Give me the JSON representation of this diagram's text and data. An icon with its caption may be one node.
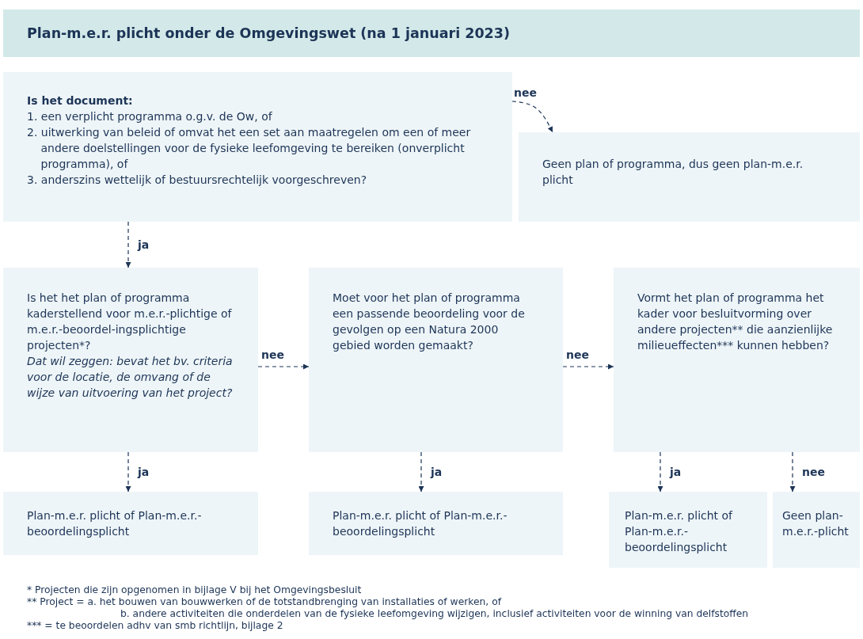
{
  "diagram": {
    "title": "Plan-m.e.r. plicht onder de Omgevingswet (na 1 januari 2023)",
    "nodes": [
      {
        "text": [
          "Is het document:",
          "1. een verplicht programma o.g.v. de Ow, of",
          "2. uitwerking van beleid of omvat het een set aan maatregelen om een of meer andere doelstellingen voor de fysieke leefomgeving te bereiken (onverplicht programma), of",
          "3. anderszins wettelijk of bestuursrechtelijk voorgeschreven?"
        ]
      },
      {
        "text": [
          "Geen plan of programma, dus geen plan-m.e.r. plicht"
        ]
      },
      {
        "text": [
          "Is het het plan of programma kaderstellend voor m.e.r.-plichtige of m.e.r.-beoordel-ingsplichtige projecten*?",
          "Dat wil zeggen: bevat het bv. criteria voor de locatie, de omvang of de wijze van uitvoering van het project?"
        ]
      },
      {
        "text": [
          "Moet voor het plan of programma een passende beoordeling voor de gevolgen op een Natura 2000 gebied worden gemaakt?"
        ]
      },
      {
        "text": [
          "Vormt het plan of programma het kader voor besluitvorming over andere projecten** die aanzienlijke milieueffecten*** kunnen hebben?"
        ]
      },
      {
        "text": [
          "Plan-m.e.r. plicht of Plan-m.e.r.-beoordelingsplicht"
        ]
      },
      {
        "text": [
          "Plan-m.e.r. plicht of Plan-m.e.r.-beoordelingsplicht"
        ]
      },
      {
        "text": [
          "Plan-m.e.r. plicht of Plan-m.e.r.-beoordelingsplicht"
        ]
      },
      {
        "text": [
          "Geen plan-m.e.r.-plicht"
        ]
      }
    ],
    "edges": [
      {
        "from": 0,
        "to": 1,
        "arrow": "to",
        "label": "nee",
        "style": "dashed"
      },
      {
        "from": 0,
        "to": 2,
        "arrow": "to",
        "label": "ja",
        "style": "dashed"
      },
      {
        "from": 2,
        "to": 3,
        "arrow": "to",
        "label": "nee",
        "style": "dashed"
      },
      {
        "from": 3,
        "to": 4,
        "arrow": "to",
        "label": "nee",
        "style": "dashed"
      },
      {
        "from": 2,
        "to": 5,
        "arrow": "to",
        "label": "ja",
        "style": "dashed"
      },
      {
        "from": 3,
        "to": 6,
        "arrow": "to",
        "label": "ja",
        "style": "dashed"
      },
      {
        "from": 4,
        "to": 7,
        "arrow": "to",
        "label": "ja",
        "style": "dashed"
      },
      {
        "from": 4,
        "to": 8,
        "arrow": "to",
        "label": "nee",
        "style": "dashed"
      }
    ],
    "labels": [
      "* Projecten die zijn opgenomen in bijlage V bij het Omgevingsbesluit",
      "** Project = a. het bouwen van bouwwerken of de totstandbrenging van installaties of werken, of",
      "b. andere activiteiten die onderdelen van de fysieke leefomgeving wijzigen, inclusief activiteiten voor de winning van delfstoffen",
      "*** = te beoordelen adhv van smb richtlijn, bijlage 2"
    ]
  }
}
